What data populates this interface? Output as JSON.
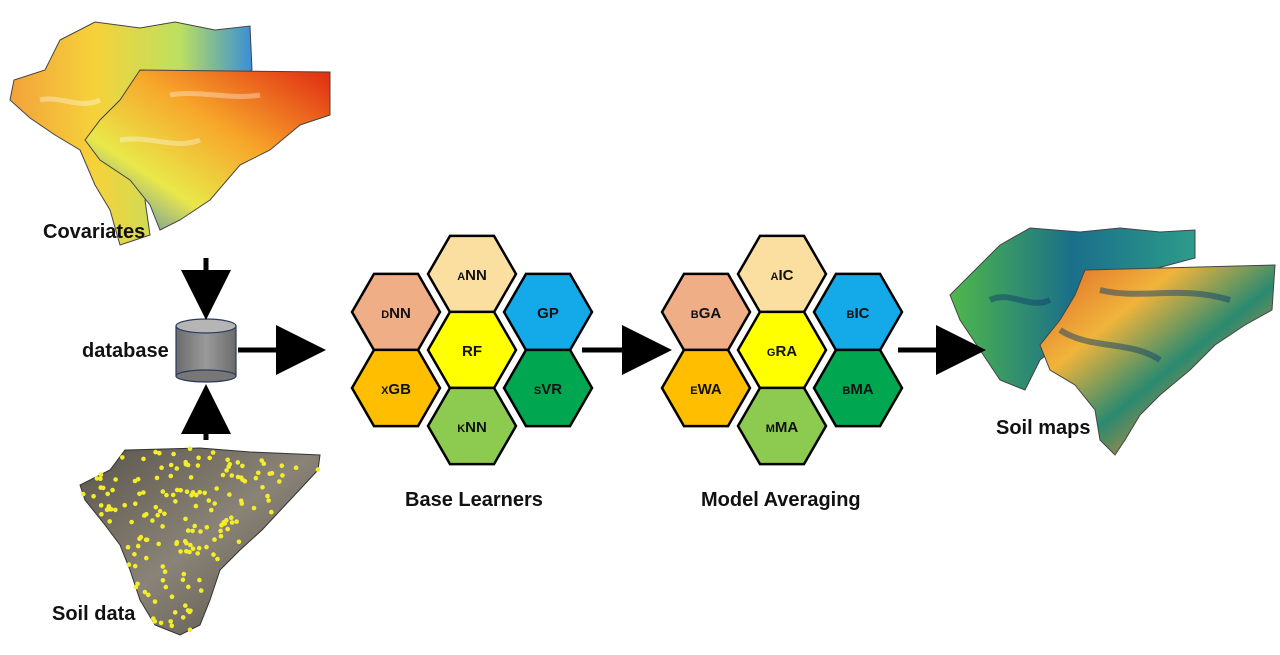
{
  "diagram": {
    "labels": {
      "covariates": "Covariates",
      "database": "database",
      "soil_data": "Soil data",
      "base_learners": "Base Learners",
      "model_averaging": "Model Averaging",
      "soil_maps": "Soil maps"
    },
    "base_learners": [
      {
        "id": "ann",
        "prefix": "A",
        "rest": "NN",
        "color": "#FBDFA0"
      },
      {
        "id": "dnn",
        "prefix": "D",
        "rest": "NN",
        "color": "#F0AE86"
      },
      {
        "id": "gp",
        "prefix": "",
        "rest": "GP",
        "color": "#14A9E8"
      },
      {
        "id": "rf",
        "prefix": "",
        "rest": "RF",
        "color": "#FFFF00"
      },
      {
        "id": "xgb",
        "prefix": "X",
        "rest": "GB",
        "color": "#FFBE00"
      },
      {
        "id": "svr",
        "prefix": "S",
        "rest": "VR",
        "color": "#00A650"
      },
      {
        "id": "knn",
        "prefix": "K",
        "rest": "NN",
        "color": "#8CCB50"
      }
    ],
    "model_averaging": [
      {
        "id": "aic",
        "prefix": "A",
        "rest": "IC",
        "color": "#FBDFA0"
      },
      {
        "id": "bga",
        "prefix": "B",
        "rest": "GA",
        "color": "#F0AE86"
      },
      {
        "id": "bic",
        "prefix": "B",
        "rest": "IC",
        "color": "#14A9E8"
      },
      {
        "id": "gra",
        "prefix": "G",
        "rest": "RA",
        "color": "#FFFF00"
      },
      {
        "id": "ewa",
        "prefix": "E",
        "rest": "WA",
        "color": "#FFBE00"
      },
      {
        "id": "bma",
        "prefix": "B",
        "rest": "MA",
        "color": "#00A650"
      },
      {
        "id": "mma",
        "prefix": "M",
        "rest": "MA",
        "color": "#8CCB50"
      }
    ]
  }
}
